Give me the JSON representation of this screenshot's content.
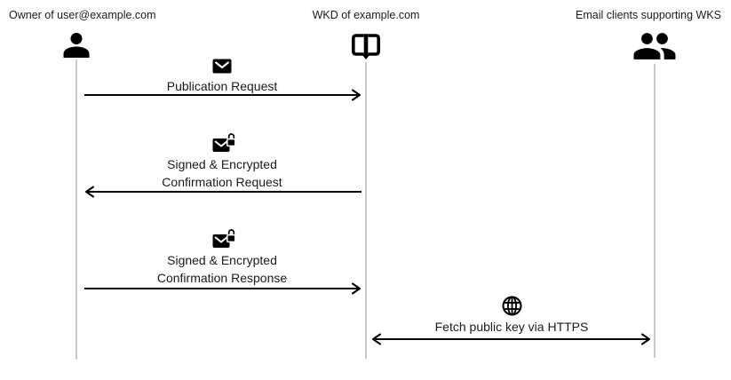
{
  "diagram": {
    "actors": [
      {
        "label": "Owner of user@example.com",
        "icon": "person-icon"
      },
      {
        "label": "WKD of example.com",
        "icon": "open-book-icon"
      },
      {
        "label": "Email clients supporting WKS",
        "icon": "people-icon"
      }
    ],
    "messages": [
      {
        "icon": "mail-icon",
        "lines": [
          "Publication Request"
        ],
        "from": 0,
        "to": 1,
        "direction": "right"
      },
      {
        "icon": "mail-lock-icon",
        "lines": [
          "Signed & Encrypted",
          "Confirmation Request"
        ],
        "from": 1,
        "to": 0,
        "direction": "left"
      },
      {
        "icon": "mail-lock-icon",
        "lines": [
          "Signed & Encrypted",
          "Confirmation Response"
        ],
        "from": 0,
        "to": 1,
        "direction": "right"
      },
      {
        "icon": "globe-icon",
        "lines": [
          "Fetch public key via HTTPS"
        ],
        "from": 1,
        "to": 2,
        "direction": "both"
      }
    ],
    "colors": {
      "foreground": "#000000",
      "text": "#1a1a1a",
      "lifeline": "#c9c9c9",
      "background": "#ffffff"
    }
  }
}
